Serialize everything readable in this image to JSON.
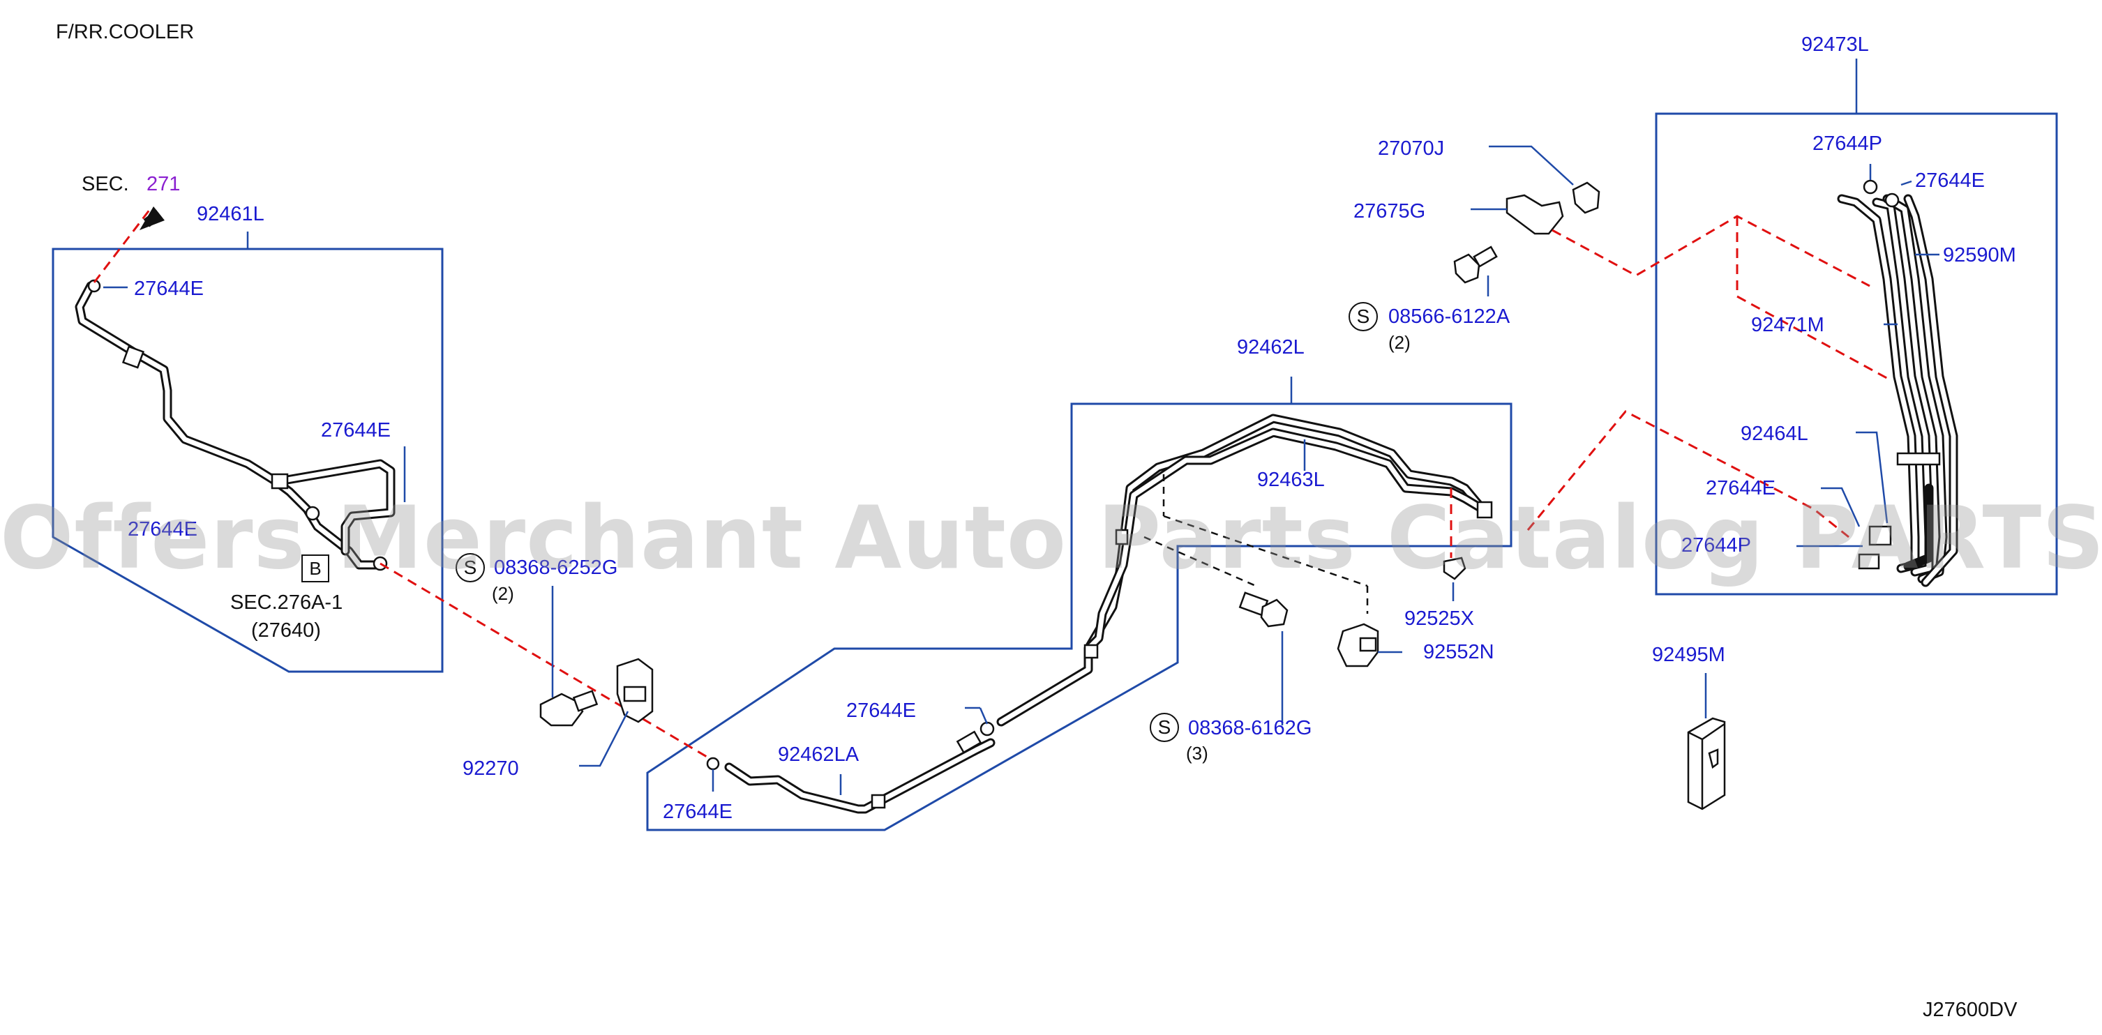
{
  "header": {
    "title": "F/RR.COOLER"
  },
  "footer": {
    "diagram_code": "J27600DV"
  },
  "watermark": "Offers Merchant Auto Parts Catalog PARTSTORE SA",
  "colors": {
    "part_label": "#1a1ad0",
    "leader_dash": "#e01010",
    "frame": "#1f4aa8",
    "ref_link": "#8a1fd0"
  },
  "sec_ref": {
    "prefix": "SEC.",
    "number": "271"
  },
  "sec_276": {
    "title": "SEC.276A-1",
    "part": "(27640)",
    "box_letter": "B"
  },
  "labels": {
    "p92461L": "92461L",
    "p27644E_a": "27644E",
    "p27644E_b": "27644E",
    "p27644E_c": "27644E",
    "p92270": "92270",
    "p08368_6252G": "08368-6252G",
    "qty_2a": "(2)",
    "p27644E_d": "27644E",
    "p92462LA": "92462LA",
    "p27644E_e": "27644E",
    "p92462L": "92462L",
    "p92463L": "92463L",
    "p08368_6162G": "08368-6162G",
    "qty_3": "(3)",
    "p92525X": "92525X",
    "p92552N": "92552N",
    "p27070J": "27070J",
    "p27675G": "27675G",
    "p08566_6122A": "08566-6122A",
    "qty_2b": "(2)",
    "p92473L": "92473L",
    "p27644P_a": "27644P",
    "p27644E_f": "27644E",
    "p92590M": "92590M",
    "p92471M": "92471M",
    "p92464L": "92464L",
    "p27644E_g": "27644E",
    "p27644P_b": "27644P",
    "p92495M": "92495M"
  },
  "standard_mark": "S"
}
